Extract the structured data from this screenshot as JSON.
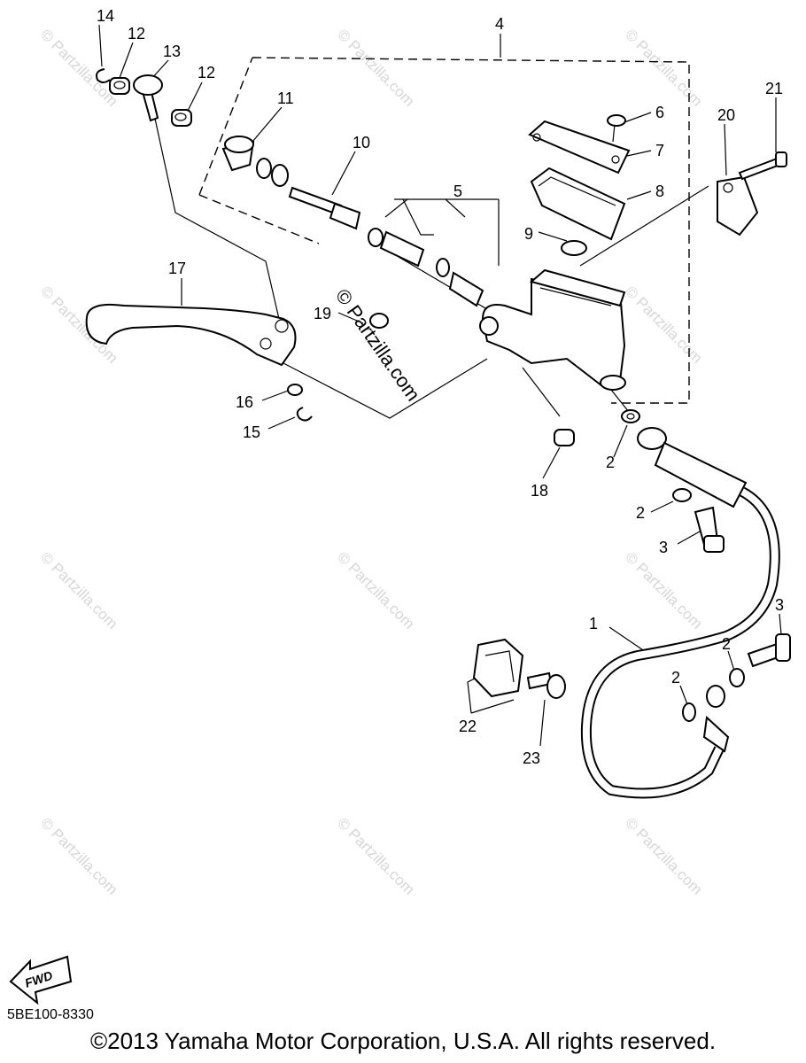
{
  "diagram": {
    "code": "5BE100-8330",
    "copyright": "©2013 Yamaha Motor Corporation, U.S.A. All rights reserved.",
    "fwd_label": "FWD",
    "watermark": "© Partzilla.com"
  },
  "callouts": {
    "c1": "1",
    "c2a": "2",
    "c2b": "2",
    "c2c": "2",
    "c2d": "2",
    "c3a": "3",
    "c3b": "3",
    "c4": "4",
    "c5": "5",
    "c6": "6",
    "c7": "7",
    "c8": "8",
    "c9": "9",
    "c10": "10",
    "c11": "11",
    "c12a": "12",
    "c12b": "12",
    "c13": "13",
    "c14": "14",
    "c15": "15",
    "c16": "16",
    "c17": "17",
    "c18": "18",
    "c19": "19",
    "c20": "20",
    "c21": "21",
    "c22": "22",
    "c23": "23"
  }
}
